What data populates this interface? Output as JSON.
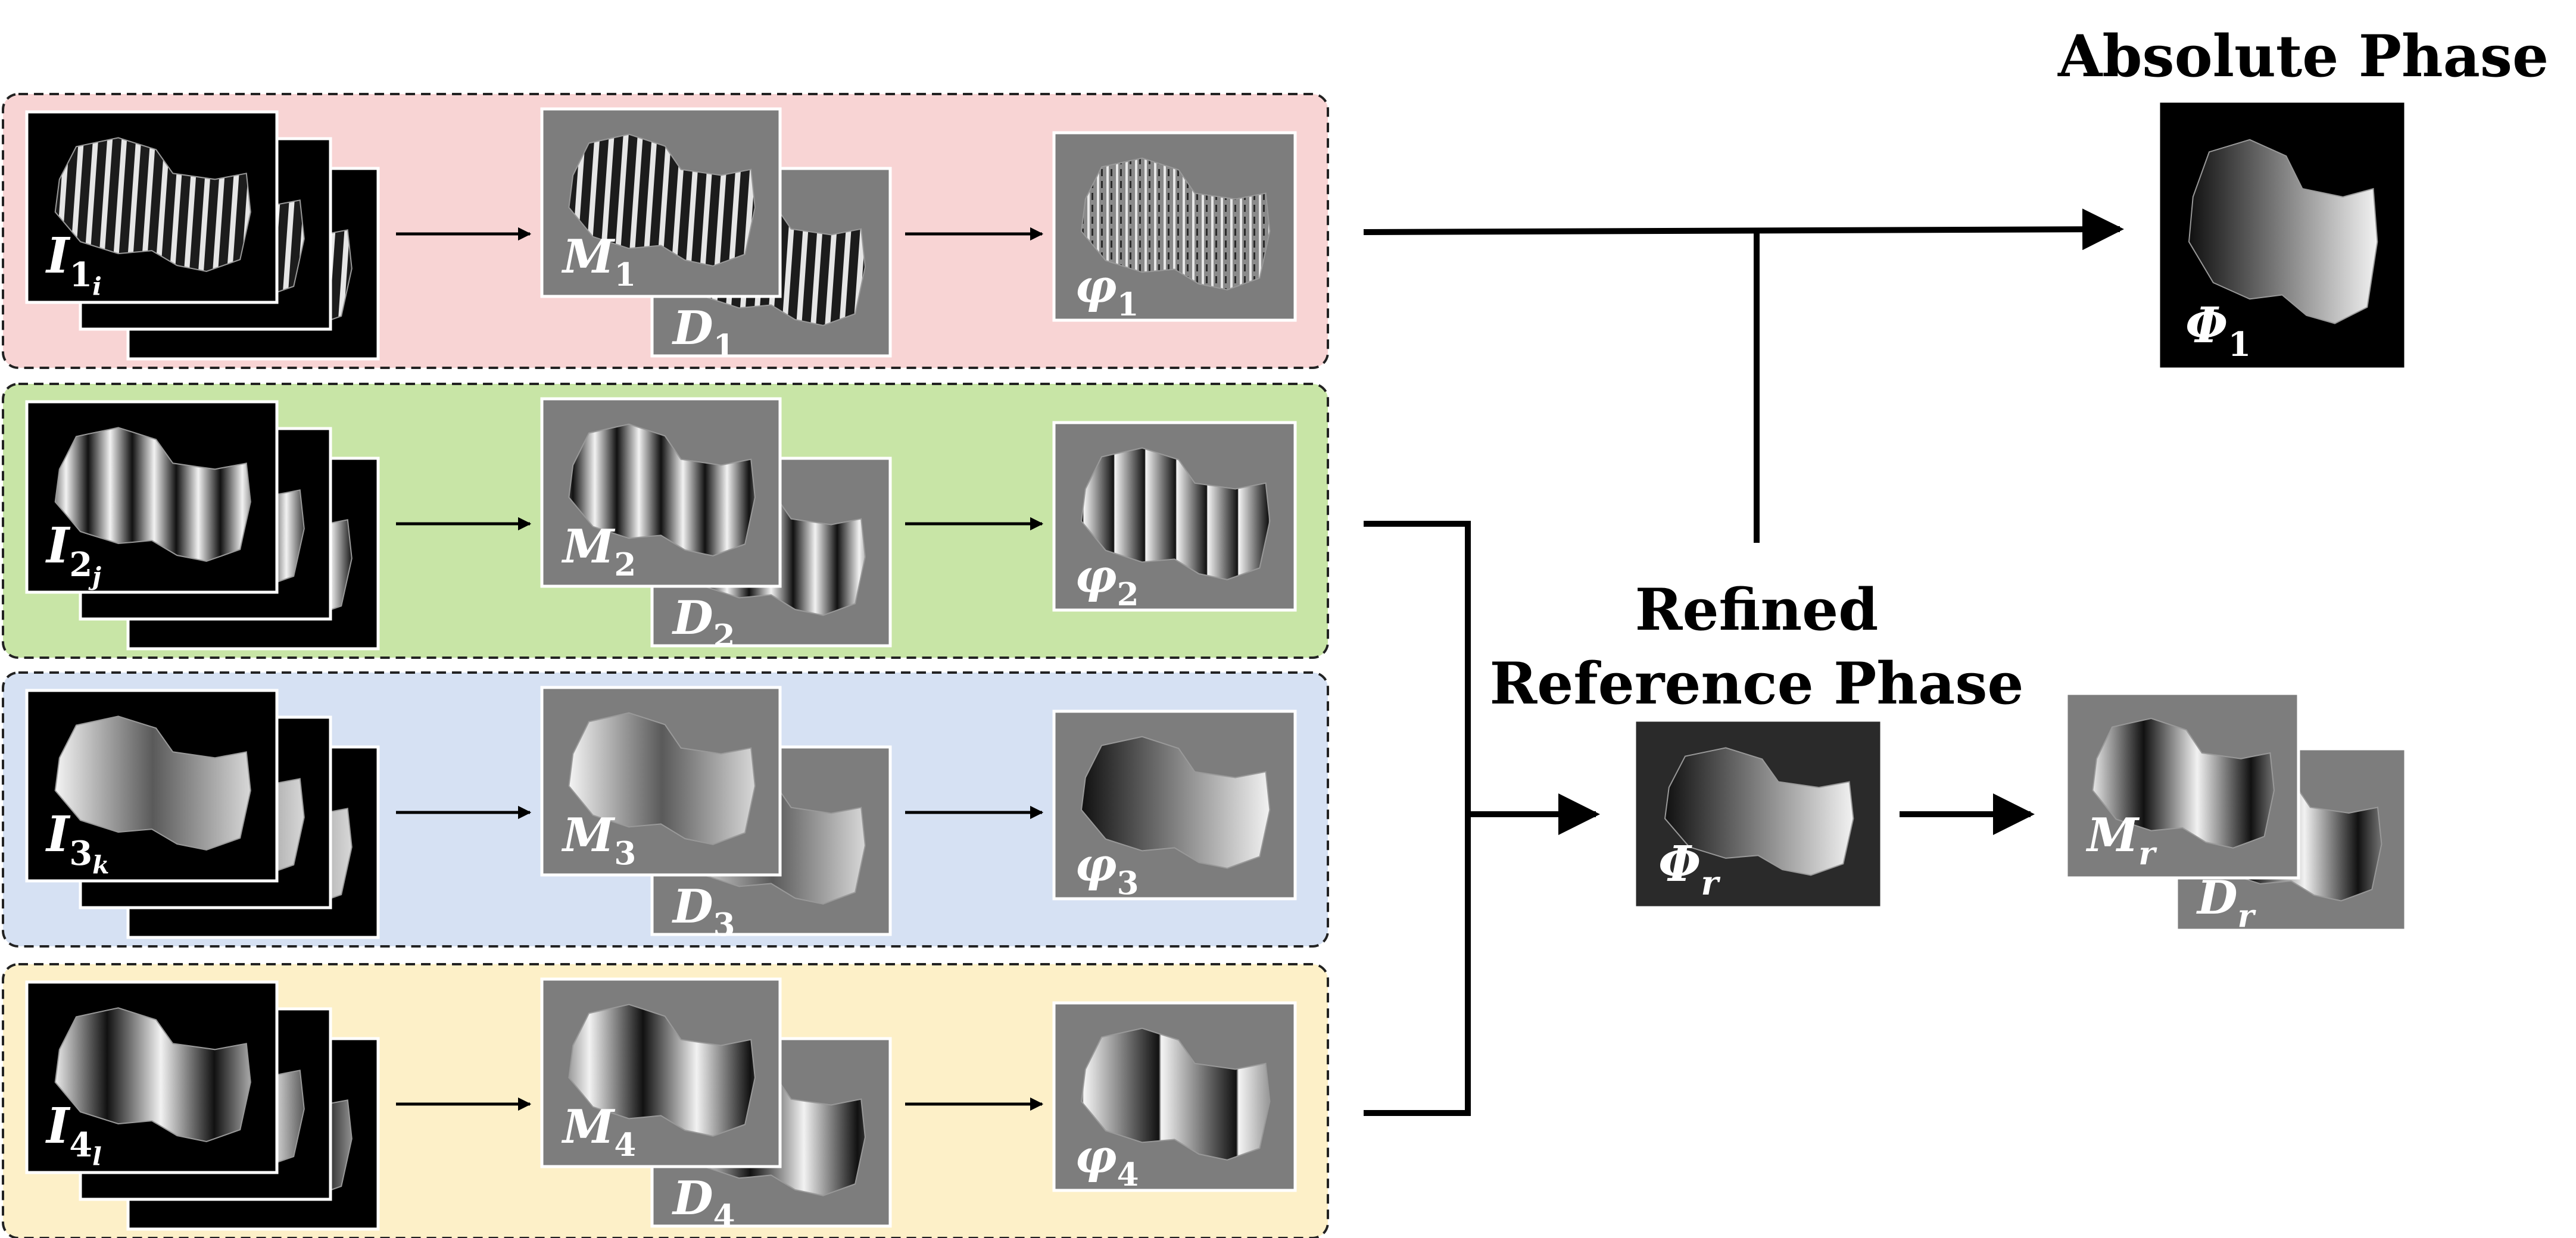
{
  "headings": {
    "absolute": "Absolute Phase",
    "refined_line1": "Refined",
    "refined_line2": "Reference Phase"
  },
  "rows": [
    {
      "id": "row1",
      "color": "#f8d4d4",
      "pattern": "fine-fringe",
      "input_label": {
        "base": "I",
        "sub": "1",
        "subsub": "i"
      },
      "numerator_label": {
        "base": "M",
        "sub": "1"
      },
      "denominator_label": {
        "base": "D",
        "sub": "1"
      },
      "phase_label": {
        "base": "φ",
        "sub": "1"
      }
    },
    {
      "id": "row2",
      "color": "#c8e5a6",
      "pattern": "coarse-fringe",
      "input_label": {
        "base": "I",
        "sub": "2",
        "subsub": "j"
      },
      "numerator_label": {
        "base": "M",
        "sub": "2"
      },
      "denominator_label": {
        "base": "D",
        "sub": "2"
      },
      "phase_label": {
        "base": "φ",
        "sub": "2"
      }
    },
    {
      "id": "row3",
      "color": "#d6e1f3",
      "pattern": "ramp",
      "input_label": {
        "base": "I",
        "sub": "3",
        "subsub": "k"
      },
      "numerator_label": {
        "base": "M",
        "sub": "3"
      },
      "denominator_label": {
        "base": "D",
        "sub": "3"
      },
      "phase_label": {
        "base": "φ",
        "sub": "3"
      }
    },
    {
      "id": "row4",
      "color": "#fdf0c8",
      "pattern": "broad-fringe",
      "input_label": {
        "base": "I",
        "sub": "4",
        "subsub": "l"
      },
      "numerator_label": {
        "base": "M",
        "sub": "4"
      },
      "denominator_label": {
        "base": "D",
        "sub": "4"
      },
      "phase_label": {
        "base": "φ",
        "sub": "4"
      }
    }
  ],
  "outputs": {
    "absolute_label": {
      "base": "Φ",
      "sub": "1"
    },
    "reference_label": {
      "base": "Φ",
      "sub": "r"
    },
    "ref_numerator_label": {
      "base": "M",
      "sub": "r"
    },
    "ref_denominator_label": {
      "base": "D",
      "sub": "r"
    }
  }
}
